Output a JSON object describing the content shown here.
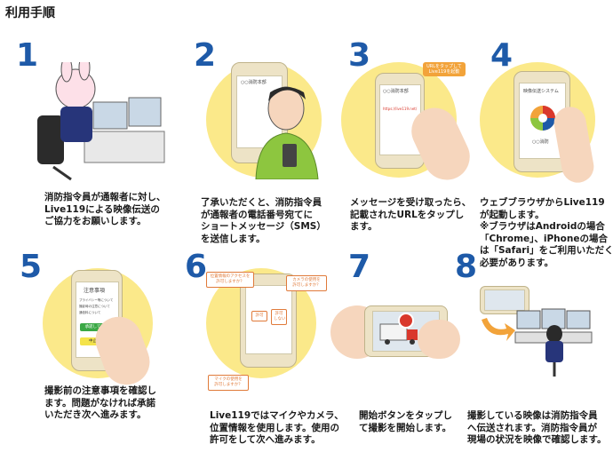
{
  "page_title": "利用手順",
  "steps": [
    {
      "number": "1",
      "text": "消防指令員が通報者に対し、\nLive119による映像伝送の\nご協力をお願いします。"
    },
    {
      "number": "2",
      "text": "了承いただくと、消防指令員\nが通報者の電話番号宛てに\nショートメッセージ（SMS）\nを送信します。"
    },
    {
      "number": "3",
      "text": "メッセージを受け取ったら、\n記載されたURLをタップし\nます。"
    },
    {
      "number": "4",
      "text": "ウェブブラウザからLive119\nが起動します。\n※ブラウザはAndroidの場合\n「Chrome」、iPhoneの場合\nは「Safari」をご利用いただく\n必要があります。"
    },
    {
      "number": "5",
      "text": "撮影前の注意事項を確認し\nます。問題がなければ承諾\nいただき次へ進みます。"
    },
    {
      "number": "6",
      "text": "Live119ではマイクやカメラ、\n位置情報を使用します。使用の\n許可をして次へ進みます。"
    },
    {
      "number": "7",
      "text": "開始ボタンをタップし\nて撮影を開始します。"
    },
    {
      "number": "8",
      "text": "撮影している映像は消防指令員\nへ伝送されます。消防指令員が\n現場の状況を映像で確認します。"
    }
  ],
  "illustrations": {
    "sms_header": "○○消防本部",
    "sms_tap_bubble": "URLをタップして\nLive119を起動",
    "sms_url": "https://live119.net/",
    "browser_title": "映像伝送システム",
    "browser_footer": "○○消防",
    "notice_title": "注意事項",
    "notice_items": [
      "プライバシー等について",
      "撮影時の注意について",
      "通信料について"
    ],
    "notice_agree": "承諾して次へ",
    "notice_cancel": "中止する",
    "perm_location": "位置情報のアクセスを\n許可しますか？",
    "perm_camera": "カメラの使用を\n許可しますか？",
    "perm_mic": "マイクの使用を\n許可しますか？",
    "perm_allow": "許可",
    "perm_deny": "許可\nしない"
  },
  "colors": {
    "number": "#1e5aa8",
    "circle": "#fbe98a",
    "accent": "#f2a33a",
    "start_button": "#d9382c"
  }
}
